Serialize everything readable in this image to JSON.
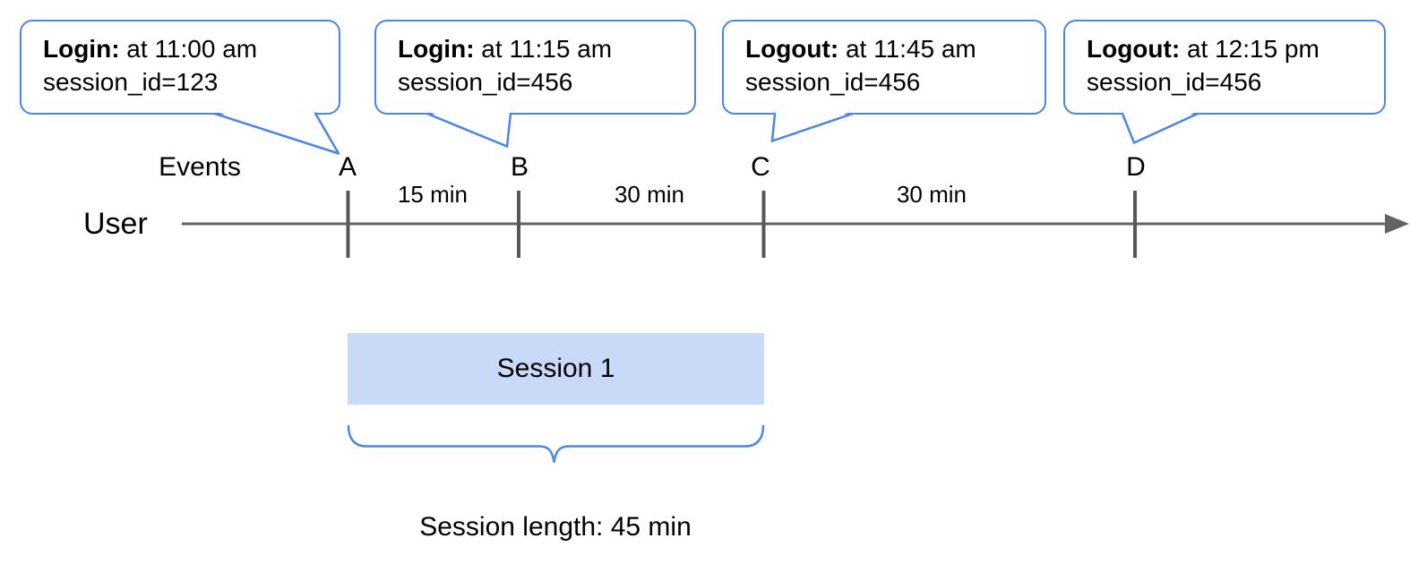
{
  "annotations": [
    {
      "title": "Login:",
      "time": " at 11:00 am",
      "detail": "session_id=123"
    },
    {
      "title": "Login:",
      "time": " at 11:15 am",
      "detail": "session_id=456"
    },
    {
      "title": "Logout:",
      "time": " at 11:45 am",
      "detail": "session_id=456"
    },
    {
      "title": "Logout:",
      "time": " at 12:15 pm",
      "detail": "session_id=456"
    }
  ],
  "timeline": {
    "axis_label": "Events",
    "lane_label": "User",
    "event_markers": [
      {
        "label": "A"
      },
      {
        "label": "B"
      },
      {
        "label": "C"
      },
      {
        "label": "D"
      }
    ],
    "intervals": [
      {
        "label": "15 min"
      },
      {
        "label": "30 min"
      },
      {
        "label": "30 min"
      }
    ]
  },
  "session": {
    "box_label": "Session 1",
    "length_label": "Session length: 45 min"
  },
  "colors": {
    "accent_blue": "#4a86e8",
    "session_fill": "#c9daf8",
    "axis_gray": "#636363",
    "tick_gray": "#575757"
  }
}
